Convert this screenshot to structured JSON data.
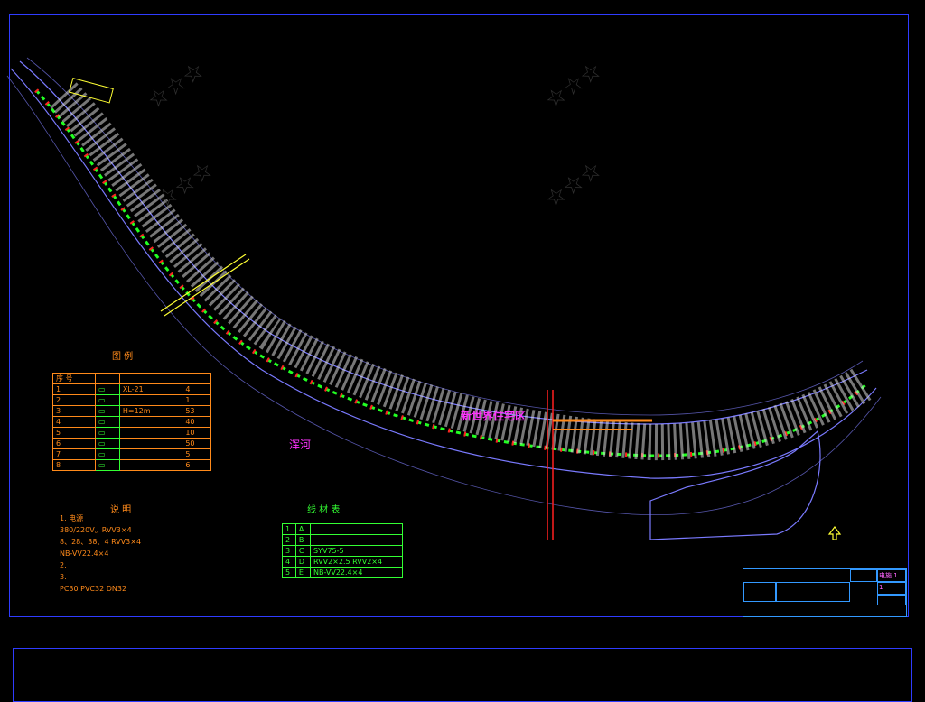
{
  "colors": {
    "background": "#000000",
    "frame": "#2f3cff",
    "magenta": "#ff33ff",
    "orange": "#ff8a1a",
    "green": "#33ff33",
    "cyan": "#33ccff",
    "red": "#ff2020",
    "yellow": "#ffff33"
  },
  "labels": {
    "residential": "新世界住宅区",
    "river": "浑河",
    "north_arrow_icon": "north-arrow-icon"
  },
  "legend": {
    "title": "图 例",
    "header_no": "序 号",
    "rows": [
      {
        "no": "1",
        "model": "XL-21",
        "count": "4"
      },
      {
        "no": "2",
        "model": "",
        "count": "1"
      },
      {
        "no": "3",
        "model": "H=12m",
        "count": "53"
      },
      {
        "no": "4",
        "model": "",
        "count": "40"
      },
      {
        "no": "5",
        "model": "",
        "count": "10"
      },
      {
        "no": "6",
        "model": "",
        "count": "50"
      },
      {
        "no": "7",
        "model": "",
        "count": "5"
      },
      {
        "no": "8",
        "model": "",
        "count": "6"
      }
    ]
  },
  "notes": {
    "title": "说 明",
    "lines": [
      "1. 电源",
      "380/220V。RVV3×4",
      "8、28、38、4 RVV3×4",
      "NB-VV22.4×4",
      "2.",
      "3.",
      "PC30 PVC32 DN32"
    ]
  },
  "cable_table": {
    "title": "线 材 表",
    "rows": [
      {
        "no": "1",
        "code": "A"
      },
      {
        "no": "2",
        "code": "B"
      },
      {
        "no": "3",
        "code": "C",
        "spec": "SYV75-5"
      },
      {
        "no": "4",
        "code": "D",
        "spec": "RVV2×2.5 RVV2×4"
      },
      {
        "no": "5",
        "code": "E",
        "spec": "NB-VV22.4×4"
      }
    ]
  },
  "title_block": {
    "sheet": "电施 1",
    "scale": "1",
    "date": "",
    "project": ""
  }
}
